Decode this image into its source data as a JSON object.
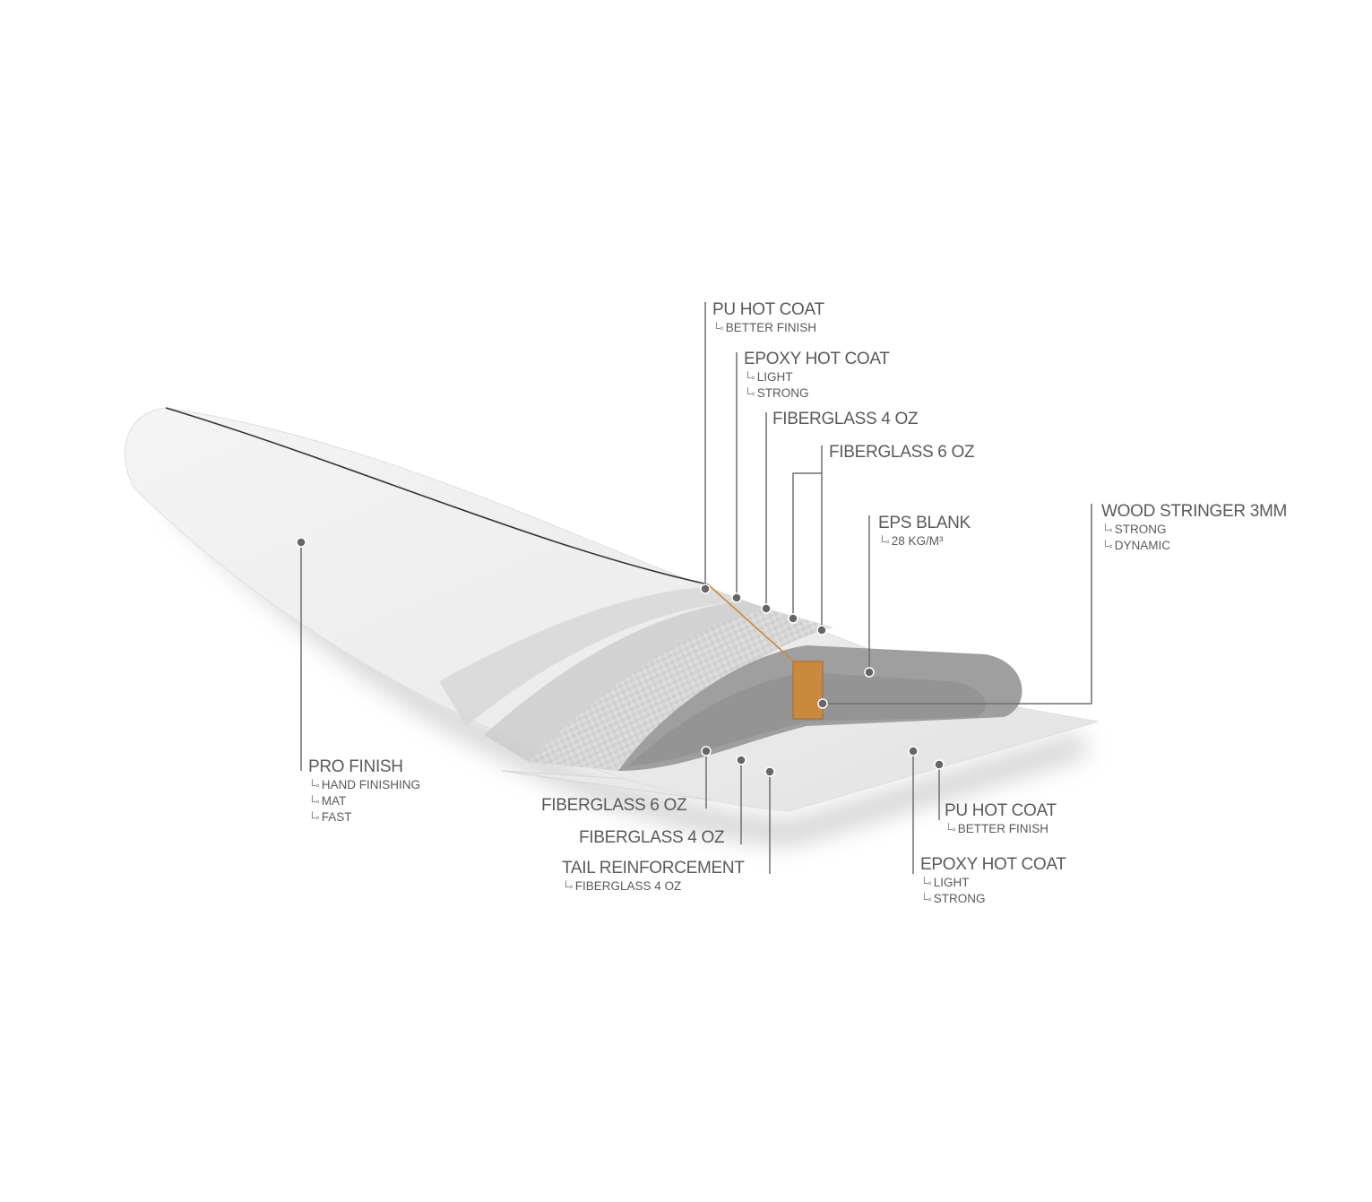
{
  "labels": {
    "pu_top": {
      "title": "PU HOT COAT",
      "items": [
        "BETTER FINISH"
      ]
    },
    "epoxy_top": {
      "title": "EPOXY HOT COAT",
      "items": [
        "LIGHT",
        "STRONG"
      ]
    },
    "fg4_top": {
      "title": "FIBERGLASS 4 OZ"
    },
    "fg6_top": {
      "title": "FIBERGLASS 6 OZ"
    },
    "eps": {
      "title": "EPS BLANK",
      "items": [
        "28 KG/M³"
      ]
    },
    "wood": {
      "title": "WOOD STRINGER 3MM",
      "items": [
        "STRONG",
        "DYNAMIC"
      ]
    },
    "pro": {
      "title": "PRO FINISH",
      "items": [
        "HAND FINISHING",
        "MAT",
        "FAST"
      ]
    },
    "fg6_bottom": {
      "title": "FIBERGLASS 6 OZ"
    },
    "fg4_bottom": {
      "title": "FIBERGLASS 4 OZ"
    },
    "tail": {
      "title": "TAIL REINFORCEMENT",
      "items": [
        "FIBERGLASS 4 OZ"
      ]
    },
    "pu_bottom": {
      "title": "PU HOT COAT",
      "items": [
        "BETTER FINISH"
      ]
    },
    "epoxy_bottom": {
      "title": "EPOXY HOT COAT",
      "items": [
        "LIGHT",
        "STRONG"
      ]
    }
  },
  "colors": {
    "text": "#5a5a5a",
    "leader": "#6e6e6e",
    "stringer": "#c98a3e",
    "foam": "#9a9a9a"
  }
}
